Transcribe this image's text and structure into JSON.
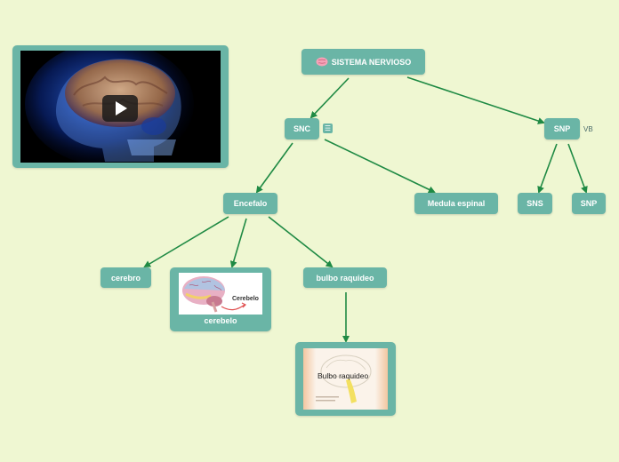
{
  "colors": {
    "background": "#eff7d2",
    "node": "#6ab5a6",
    "edge": "#1f8a44",
    "text": "#ffffff"
  },
  "video": {
    "icon": "play-icon"
  },
  "nodes": {
    "root": {
      "label": "SISTEMA NERVIOSO",
      "icon": "brain-icon"
    },
    "snc": {
      "label": "SNC",
      "note_icon": "notes-icon"
    },
    "snp": {
      "label": "SNP",
      "side_label": "VB"
    },
    "encefalo": {
      "label": "Encefalo"
    },
    "medula": {
      "label": "Medula espinal"
    },
    "sns": {
      "label": "SNS"
    },
    "snp2": {
      "label": "SNP"
    },
    "cerebro": {
      "label": "cerebro"
    },
    "cerebelo": {
      "label": "cerebelo",
      "image_caption": "Cerebelo"
    },
    "bulbo": {
      "label": "bulbo raquideo"
    },
    "bulbo_image": {
      "image_caption": "Bulbo raquideo"
    }
  }
}
